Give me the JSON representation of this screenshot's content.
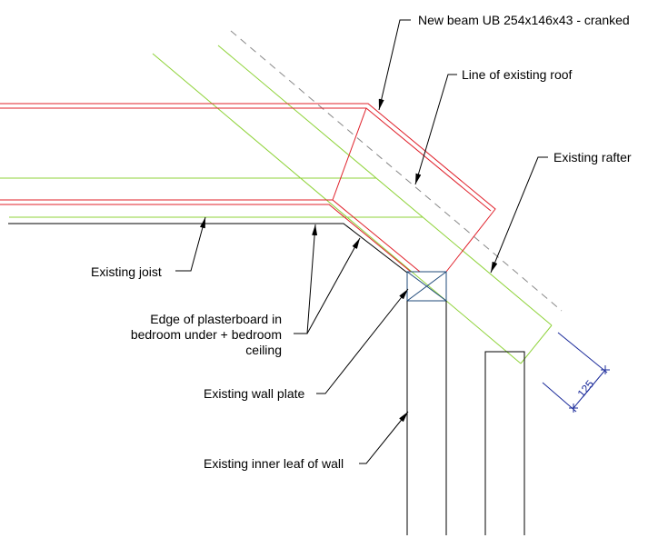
{
  "labels": {
    "new_beam": "New beam UB 254x146x43 - cranked",
    "existing_roof": "Line of existing roof",
    "existing_rafter": "Existing rafter",
    "existing_joist": "Existing joist",
    "plasterboard_line1": "Edge of plasterboard in",
    "plasterboard_line2": "bedroom under + bedroom",
    "plasterboard_line3": "ceiling",
    "wall_plate": "Existing wall plate",
    "inner_leaf": "Existing inner leaf of wall"
  },
  "dimension": {
    "value": "125"
  },
  "colors": {
    "beam": "#e0202a",
    "timber": "#8fd33a",
    "dimension": "#1a2a9a",
    "roof_line": "#888888"
  }
}
